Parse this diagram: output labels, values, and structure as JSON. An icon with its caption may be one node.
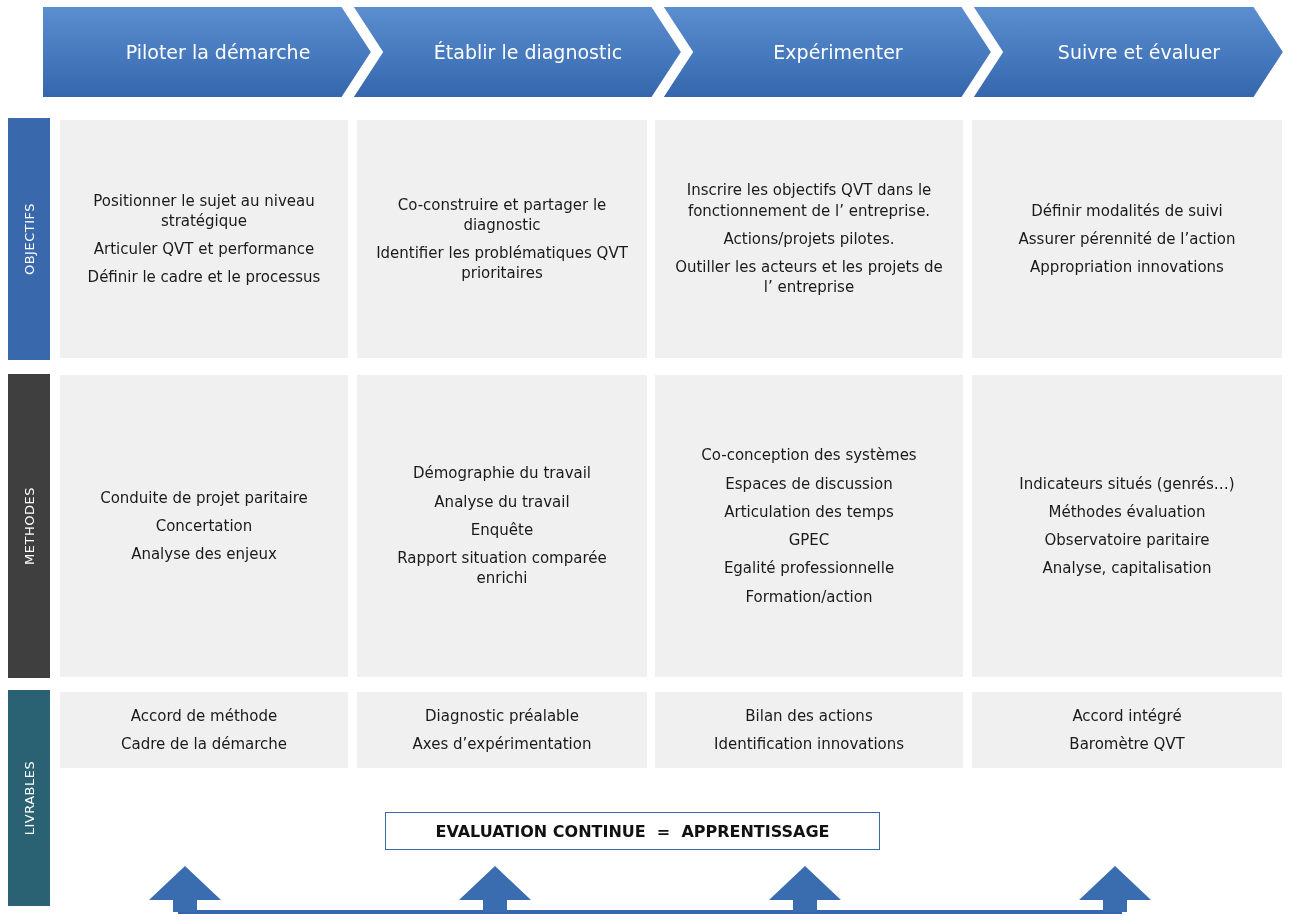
{
  "diagram": {
    "nodes": [
      {
        "text": [
          "Piloter la démarche"
        ]
      },
      {
        "text": [
          "Établir le diagnostic"
        ]
      },
      {
        "text": [
          "Expérimenter"
        ]
      },
      {
        "text": [
          "Suivre et évaluer"
        ]
      },
      {
        "text": [
          "OBJECTIFS"
        ]
      },
      {
        "text": [
          "METHODES"
        ]
      },
      {
        "text": [
          "LIVRABLES"
        ]
      },
      {
        "text": [
          "Positionner le sujet au niveau stratégique",
          "Articuler QVT et performance",
          "Définir le cadre et le processus"
        ]
      },
      {
        "text": [
          "Co-construire et partager le diagnostic",
          "Identifier les problématiques QVT prioritaires"
        ]
      },
      {
        "text": [
          "Inscrire les objectifs QVT dans le fonctionnement de l’ entreprise.",
          "Actions/projets pilotes.",
          "Outiller les acteurs et les projets de l’ entreprise"
        ]
      },
      {
        "text": [
          "Définir modalités de suivi",
          "Assurer pérennité de l’action",
          "Appropriation innovations"
        ]
      },
      {
        "text": [
          "Conduite de projet paritaire",
          "Concertation",
          "Analyse des enjeux"
        ]
      },
      {
        "text": [
          "Démographie du travail",
          "Analyse du travail",
          "Enquête",
          "Rapport situation comparée enrichi"
        ]
      },
      {
        "text": [
          "Co-conception des systèmes",
          "Espaces de discussion",
          "Articulation des temps",
          "GPEC",
          "Egalité professionnelle",
          "Formation/action"
        ]
      },
      {
        "text": [
          "Indicateurs situés (genrés…)",
          "Méthodes évaluation",
          "Observatoire paritaire",
          "Analyse, capitalisation"
        ]
      },
      {
        "text": [
          "Accord de méthode",
          "Cadre de la démarche"
        ]
      },
      {
        "text": [
          "Diagnostic préalable",
          "Axes d’expérimentation"
        ]
      },
      {
        "text": [
          "Bilan des actions",
          "Identification innovations"
        ]
      },
      {
        "text": [
          "Accord intégré",
          "Baromètre QVT"
        ]
      },
      {
        "text": [
          "EVALUATION CONTINUE  =  APPRENTISSAGE"
        ]
      }
    ]
  }
}
